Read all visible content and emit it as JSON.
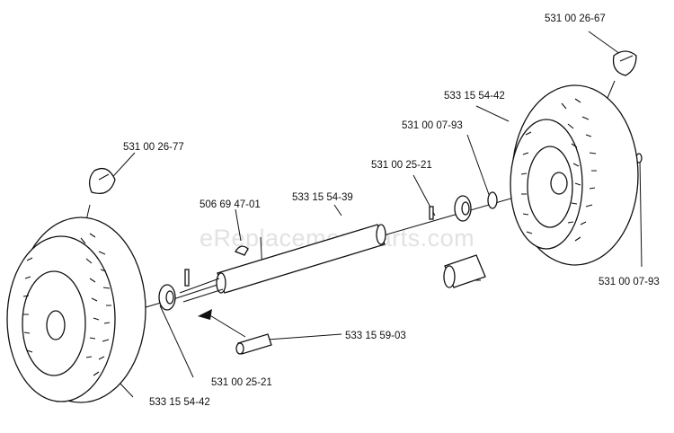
{
  "watermark": "eReplacementParts.com",
  "labels": {
    "clip_right": "531 00 26-67",
    "tire_right": "533 15 54-42",
    "washer_right": "531 00 07-93",
    "clip_left": "531 00 26-77",
    "bearing_right": "531 00 25-21",
    "axle": "533 15 54-39",
    "key": "506 69 47-01",
    "washer_far_right": "531 00 07-93",
    "spacer": "533 15 59-03",
    "bearing_left": "531 00 25-21",
    "tire_left": "533 15 54-42"
  }
}
